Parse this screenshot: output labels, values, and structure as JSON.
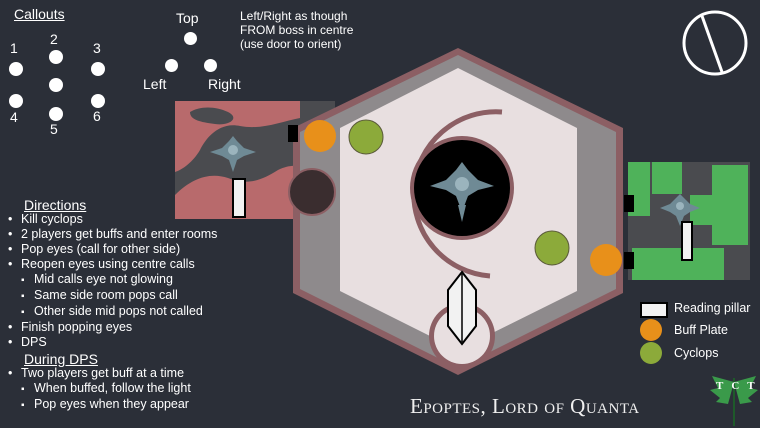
{
  "callouts": {
    "heading": "Callouts",
    "labels": [
      "1",
      "2",
      "3",
      "4",
      "5",
      "6"
    ]
  },
  "orientation": {
    "top": "Top",
    "left": "Left",
    "right": "Right",
    "note_lines": [
      "Left/Right as though",
      "FROM boss in centre",
      "(use door to orient)"
    ]
  },
  "directions": {
    "heading": "Directions",
    "items": [
      {
        "level": 1,
        "text": "Kill cyclops"
      },
      {
        "level": 1,
        "text": "2 players get buffs and enter rooms"
      },
      {
        "level": 1,
        "text": "Pop eyes (call for other side)"
      },
      {
        "level": 1,
        "text": "Reopen eyes using centre calls"
      },
      {
        "level": 2,
        "text": "Mid calls eye not glowing"
      },
      {
        "level": 2,
        "text": "Same side room pops call"
      },
      {
        "level": 2,
        "text": "Other side mid pops not called"
      },
      {
        "level": 1,
        "text": "Finish popping eyes"
      },
      {
        "level": 1,
        "text": "DPS"
      }
    ]
  },
  "during_dps": {
    "heading": "During DPS",
    "items": [
      {
        "level": 1,
        "text": "Two players get buff at a time"
      },
      {
        "level": 2,
        "text": "When buffed, follow the light"
      },
      {
        "level": 2,
        "text": "Pop eyes when they appear"
      }
    ]
  },
  "legend": {
    "items": [
      {
        "label": "Reading pillar",
        "color": "#f2f2f2",
        "shape": "rect"
      },
      {
        "label": "Buff Plate",
        "color": "#e8901a",
        "shape": "circle"
      },
      {
        "label": "Cyclops",
        "color": "#8caa3a",
        "shape": "circle"
      }
    ]
  },
  "title": "Epoptes, Lord of Quanta",
  "logo_text": "TCT",
  "colors": {
    "background": "#2b2f38",
    "hex_outer": "#8c5f64",
    "hex_inner": "#e8dfe0",
    "buff_plate": "#e8901a",
    "cyclops": "#8caa3a",
    "room_green": "#4fb25a",
    "room_red": "#b86a6c"
  },
  "icons": [
    "compass-icon",
    "boss-icon",
    "tct-logo-icon"
  ]
}
